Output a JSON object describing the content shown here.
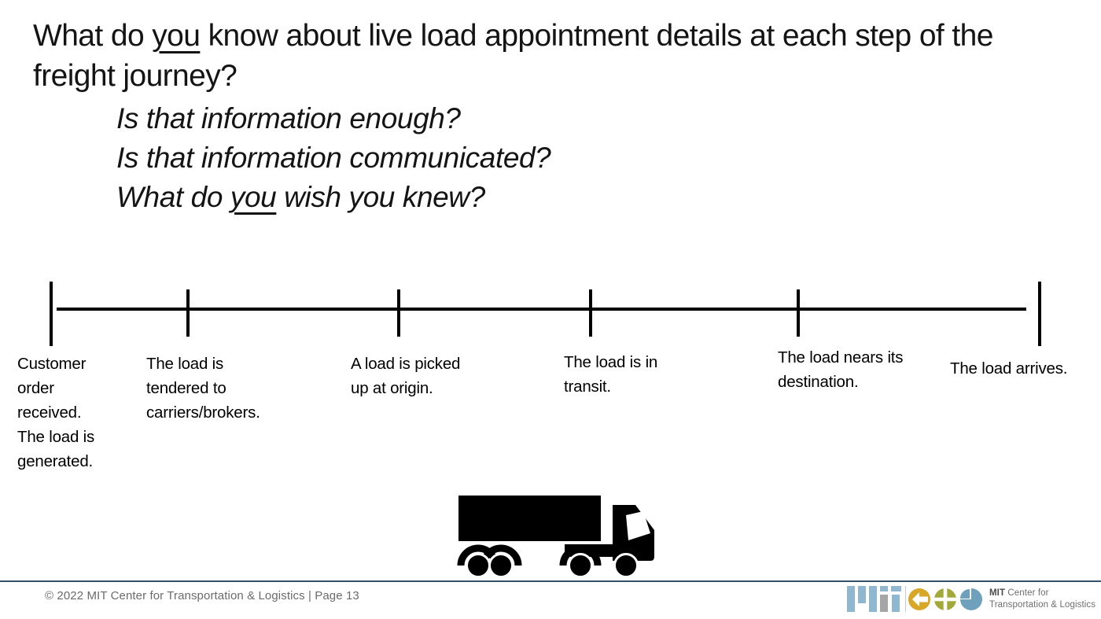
{
  "slide": {
    "title": {
      "pre": "What do ",
      "underlined": "you",
      "post": " know about live load appointment details at each step of the freight journey?"
    },
    "questions": {
      "q1": "Is that information enough?",
      "q2": "Is that information communicated?",
      "q3_pre": "What do ",
      "q3_underlined": "you",
      "q3_post": " wish you knew?"
    }
  },
  "timeline": {
    "stages": [
      {
        "label": "Customer\norder\nreceived.\nThe load is\ngenerated."
      },
      {
        "label": "The load is\ntendered to\ncarriers/brokers."
      },
      {
        "label": "A load is picked\nup at origin."
      },
      {
        "label": "The load is in\ntransit."
      },
      {
        "label": "The load nears its\ndestination."
      },
      {
        "label": "The load arrives."
      }
    ],
    "icons": {
      "truck": "semi-truck-silhouette"
    }
  },
  "footer": {
    "copyright": "© 2022 MIT Center for Transportation & Logistics  | Page 13",
    "ctl_line1_bold": "MIT",
    "ctl_line1_rest": " Center for",
    "ctl_line2": "Transportation & Logistics"
  },
  "brand_colors": {
    "mit-blue": "#8FB7CF",
    "mit-gray": "#A6A6A6",
    "ctl-gold": "#D8A727",
    "ctl-olive": "#A2A938",
    "ctl-blue": "#6FA0BC",
    "divider-navy": "#35506B"
  }
}
